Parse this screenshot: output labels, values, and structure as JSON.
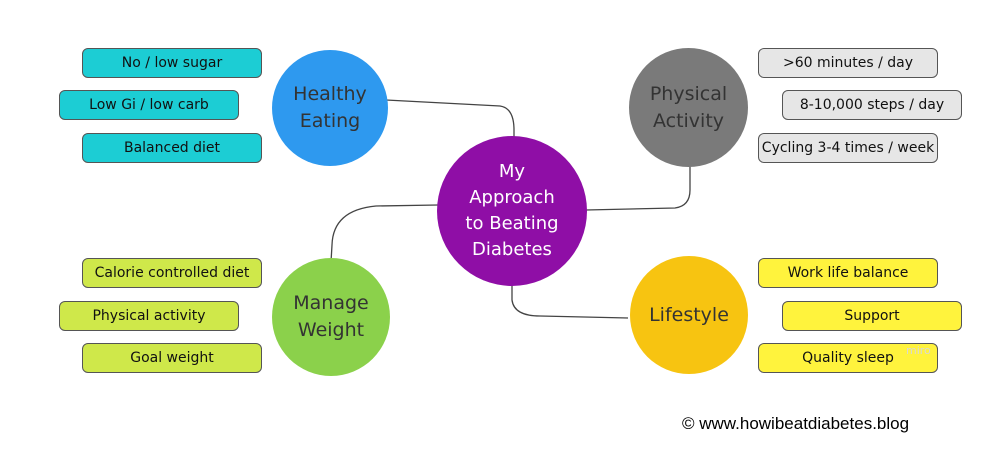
{
  "center": {
    "label": "My\nApproach\nto  Beating\nDiabetes",
    "color": "#8f0ea6"
  },
  "nodes": {
    "healthy_eating": {
      "label": "Healthy\nEating",
      "color": "#2e99ef",
      "items": [
        "No / low sugar",
        "Low Gi / low carb",
        "Balanced diet"
      ]
    },
    "physical_activity": {
      "label": "Physical\nActivity",
      "color": "#7a7a7a",
      "items": [
        ">60 minutes / day",
        "8-10,000 steps / day",
        "Cycling 3-4 times / week"
      ]
    },
    "manage_weight": {
      "label": "Manage\nWeight",
      "color": "#8bd14b",
      "items": [
        "Calorie controlled diet",
        "Physical activity",
        "Goal weight"
      ]
    },
    "lifestyle": {
      "label": "Lifestyle",
      "color": "#f7c411",
      "items": [
        "Work life balance",
        "Support",
        "Quality sleep"
      ]
    }
  },
  "watermark": "miro",
  "copyright": "©  www.howibeatdiabetes.blog"
}
